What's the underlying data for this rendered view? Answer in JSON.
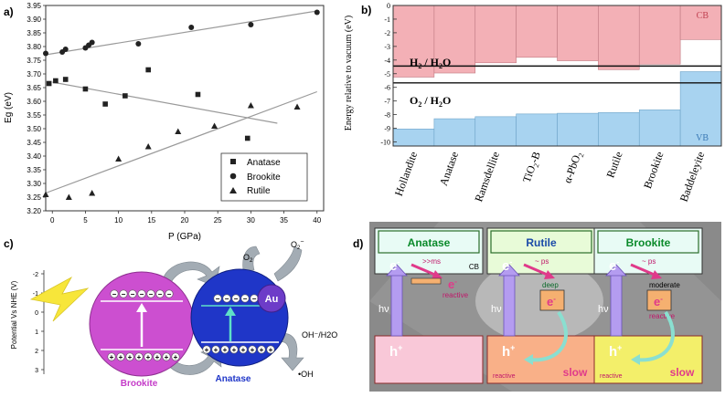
{
  "panel_labels": {
    "a": "a)",
    "b": "b)",
    "c": "c)",
    "d": "d)"
  },
  "colors": {
    "cb": "#f3b0b6",
    "vb": "#a8d3f0",
    "brookite_sphere": "#cc4fd0",
    "anatase_sphere": "#1f36c8",
    "au": "#6d3cc8",
    "bolt": "#f7e63a",
    "arrow": "#9aa5ae",
    "panel_d_bg": "#8a8a8a"
  },
  "chart_data": [
    {
      "type": "scatter",
      "title": "",
      "xlabel": "P (GPa)",
      "ylabel": "Eg (eV)",
      "xlim": [
        -1,
        41
      ],
      "ylim": [
        3.2,
        3.95
      ],
      "xticks": [
        "0",
        "5",
        "10",
        "15",
        "20",
        "25",
        "30",
        "35",
        "40"
      ],
      "yticks": [
        "3.20",
        "3.25",
        "3.30",
        "3.35",
        "3.40",
        "3.45",
        "3.50",
        "3.55",
        "3.60",
        "3.65",
        "3.70",
        "3.75",
        "3.80",
        "3.85",
        "3.90",
        "3.95"
      ],
      "legend_position": "bottom-right",
      "series": [
        {
          "name": "Anatase",
          "marker": "square",
          "x": [
            -0.5,
            0.5,
            2,
            5,
            8,
            11,
            14.5,
            22,
            29.5
          ],
          "y": [
            3.665,
            3.675,
            3.68,
            3.645,
            3.59,
            3.62,
            3.715,
            3.625,
            3.465
          ],
          "trend": [
            [
              0,
              3.67
            ],
            [
              34,
              3.52
            ]
          ]
        },
        {
          "name": "Brookite",
          "marker": "circle",
          "x": [
            -1,
            1.5,
            2,
            5,
            5.5,
            6,
            13,
            21,
            30,
            40
          ],
          "y": [
            3.775,
            3.78,
            3.79,
            3.795,
            3.805,
            3.815,
            3.81,
            3.87,
            3.88,
            3.925
          ],
          "trend": [
            [
              -1,
              3.77
            ],
            [
              40,
              3.93
            ]
          ]
        },
        {
          "name": "Rutile",
          "marker": "triangle",
          "x": [
            -1,
            2.5,
            6,
            10,
            14.5,
            19,
            24.5,
            30,
            37
          ],
          "y": [
            3.26,
            3.25,
            3.265,
            3.39,
            3.435,
            3.49,
            3.51,
            3.585,
            3.58
          ],
          "trend": [
            [
              -1,
              3.265
            ],
            [
              40,
              3.635
            ]
          ]
        }
      ]
    },
    {
      "type": "bar",
      "title": "",
      "ylabel": "Energy relative to vacuum (eV)",
      "ylim": [
        -10.3,
        0
      ],
      "yticks": [
        "0",
        "-1",
        "-2",
        "-3",
        "-4",
        "-5",
        "-6",
        "-7",
        "-8",
        "-9",
        "-10"
      ],
      "categories": [
        "Hollandite",
        "Anatase",
        "Ramsdellite",
        "TiO2-B",
        "α-PbO2",
        "Rutile",
        "Brookite",
        "Baddeleyite"
      ],
      "category_labels": [
        {
          "main": "Hollandite"
        },
        {
          "main": "Anatase"
        },
        {
          "main": "Ramsdellite"
        },
        {
          "main": "TiO",
          "sub": "2",
          "tail": "-B"
        },
        {
          "main": "α-PbO",
          "sub": "2"
        },
        {
          "main": "Rutile"
        },
        {
          "main": "Brookite"
        },
        {
          "main": "Baddeleyite"
        }
      ],
      "series": [
        {
          "name": "CB",
          "values": [
            -5.25,
            -4.95,
            -4.2,
            -3.8,
            -4.05,
            -4.7,
            -4.3,
            -2.5
          ]
        },
        {
          "name": "VB",
          "values": [
            -9.05,
            -8.3,
            -8.15,
            -7.95,
            -7.9,
            -7.85,
            -7.65,
            -4.85
          ]
        }
      ],
      "band_labels": {
        "cb": "CB",
        "vb": "VB"
      },
      "reference_lines": [
        {
          "label": "H2 / H2O",
          "main": "H",
          "sub": "2",
          "mid": " / H",
          "sub2": "2",
          "tail": "O",
          "value": -4.44
        },
        {
          "label": "O2 / H2O",
          "main": "O",
          "sub": "2",
          "mid": " / H",
          "sub2": "2",
          "tail": "O",
          "value": -5.67
        }
      ]
    }
  ],
  "panel_c": {
    "ylabel": "Potential Vs NHE (V)",
    "yticks": [
      "-2",
      "-1",
      "0",
      "1",
      "2",
      "3"
    ],
    "brookite_label": "Brookite",
    "anatase_label": "Anatase",
    "au_label": "Au",
    "o2": "O",
    "o2_sub": "2",
    "o2m": "O",
    "o2m_sub": "2",
    "o2m_sup": "−",
    "oh_h2o": "OH⁻/H2O",
    "oh": "•OH",
    "minus": "−",
    "plus": "+"
  },
  "panel_d": {
    "boxes": [
      {
        "title": "Anatase",
        "cb": "CB",
        "e": "e",
        "time": ">>ms",
        "trap_e": "e",
        "trap_label": "reactive",
        "hv": "hν",
        "h": "h",
        "hole_label": "",
        "slow": ""
      },
      {
        "title": "Rutile",
        "cb": "",
        "e": "e",
        "time": "~ ps",
        "trap_e": "e",
        "trap_label": "deep",
        "hv": "hν",
        "h": "h",
        "hole_label": "reactive",
        "slow": "slow"
      },
      {
        "title": "Brookite",
        "cb": "",
        "e": "e",
        "time": "~ ps",
        "trap_e": "e",
        "trap_label": "moderate",
        "trap_label2": "reactive",
        "hv": "hν",
        "h": "h",
        "hole_label": "reactive",
        "slow": "slow"
      }
    ],
    "minus": "-",
    "plus": "+"
  }
}
